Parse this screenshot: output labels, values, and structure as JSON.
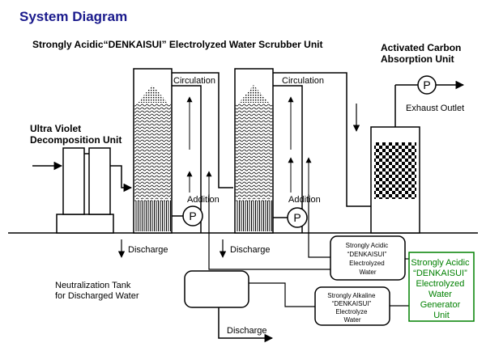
{
  "title": "System Diagram",
  "subtitle": "Strongly Acidic“DENKAISUI” Electrolyzed Water Scrubber Unit",
  "uv_unit": [
    "Ultra Violet",
    "Decomposition Unit"
  ],
  "carbon_unit": [
    "Activated Carbon",
    "Absorption Unit"
  ],
  "exhaust_outlet": "Exhaust Outlet",
  "circulation_1": "Circulation",
  "circulation_2": "Circulation",
  "addition_1": "Addition",
  "addition_2": "Addition",
  "pump_label": "P",
  "discharge_1": "Discharge",
  "discharge_2": "Discharge",
  "discharge_3": "Discharge",
  "neutralization_tank": [
    "Neutralization Tank",
    "for Discharged Water"
  ],
  "acidic_water_box": [
    "Strongly Acidic",
    "“DENKAISUI”",
    "Electrolyzed",
    "Water"
  ],
  "alkaline_water_box": [
    "Strongly Alkaline",
    "“DENKAISUI”",
    "Electrolyze",
    "Water"
  ],
  "generator_unit": [
    "Strongly Acidic",
    "“DENKAISUI”",
    "Electrolyzed",
    "Water",
    "Generator",
    "Unit"
  ],
  "colors": {
    "title": "#1a1a8c",
    "generator_text": "#008000",
    "generator_border": "#008000",
    "line": "#000000"
  }
}
